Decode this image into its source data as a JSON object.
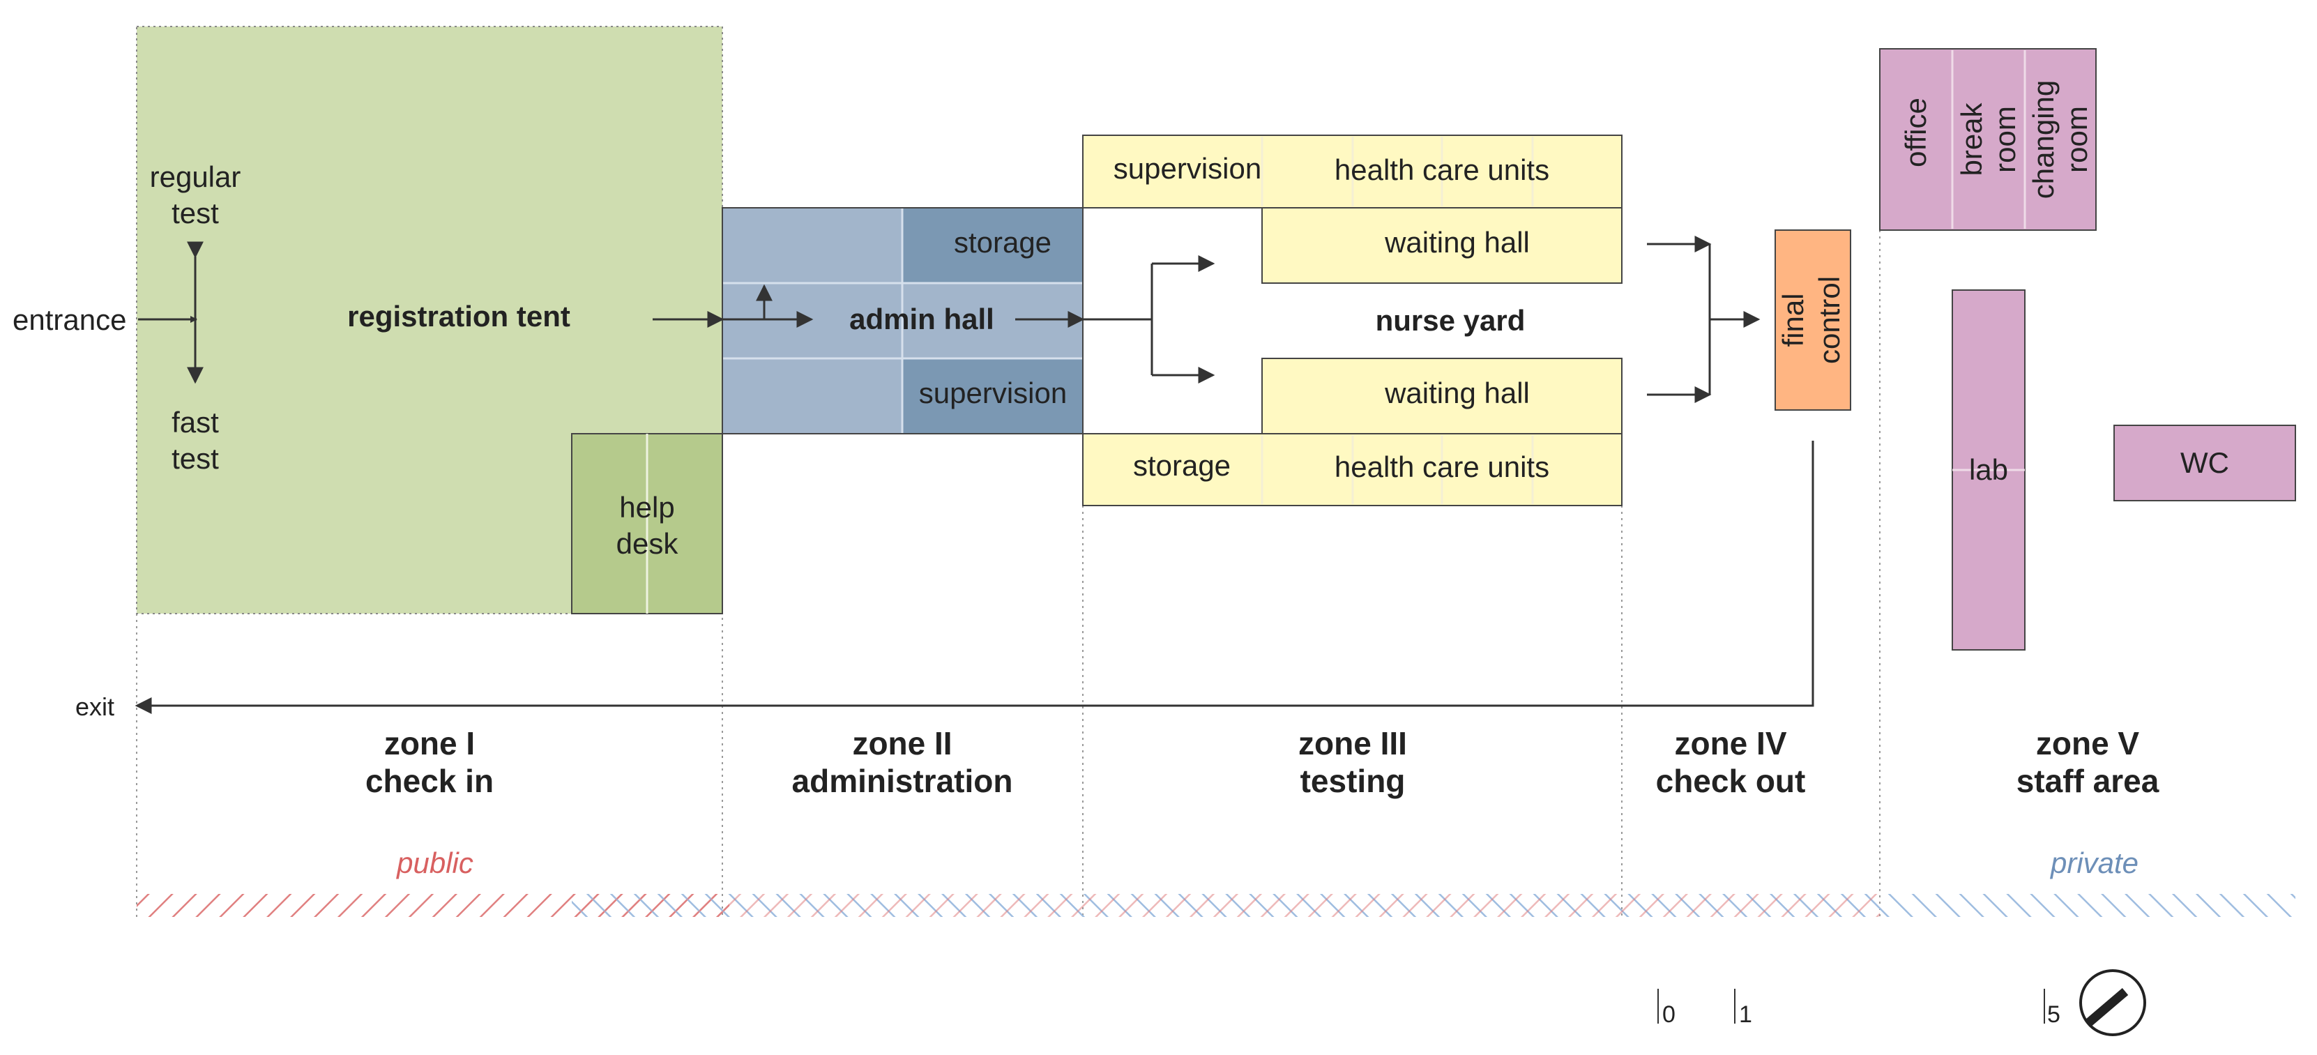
{
  "labels": {
    "entrance": "entrance",
    "exit": "exit",
    "regular_test": [
      "regular",
      "test"
    ],
    "fast_test": [
      "fast",
      "test"
    ],
    "registration_tent": "registration tent",
    "help_desk": [
      "help",
      "desk"
    ],
    "admin_hall": "admin hall",
    "storage_admin": "storage",
    "supervision_admin": "supervision",
    "supervision_top": "supervision",
    "health_care_units_top": "health care units",
    "waiting_hall_top": "waiting hall",
    "nurse_yard": "nurse yard",
    "waiting_hall_bottom": "waiting hall",
    "storage_bottom": "storage",
    "health_care_units_bottom": "health care units",
    "final_control": [
      "final",
      "control"
    ],
    "office": "office",
    "break_room": [
      "break",
      "room"
    ],
    "changing_room": [
      "changing",
      "room"
    ],
    "lab": "lab",
    "wc": "WC"
  },
  "zones": [
    {
      "number": "zone I",
      "name": "check in"
    },
    {
      "number": "zone II",
      "name": "administration"
    },
    {
      "number": "zone III",
      "name": "testing"
    },
    {
      "number": "zone IV",
      "name": "check out"
    },
    {
      "number": "zone V",
      "name": "staff area"
    }
  ],
  "access": {
    "public": "public",
    "private": "private"
  },
  "scale": {
    "ticks": [
      "0",
      "1",
      "5"
    ]
  },
  "colors": {
    "zone1_green": "#cfddb0",
    "help_desk_green": "#b5ca8c",
    "admin_blue_light": "#a2b5cb",
    "admin_blue_dark": "#7b98b3",
    "testing_yellow": "#fff9c2",
    "final_control_orange": "#ffb582",
    "staff_pink": "#d6a9ca",
    "public_red": "#d86060",
    "private_blue": "#6d8fb8",
    "line": "#333333"
  }
}
